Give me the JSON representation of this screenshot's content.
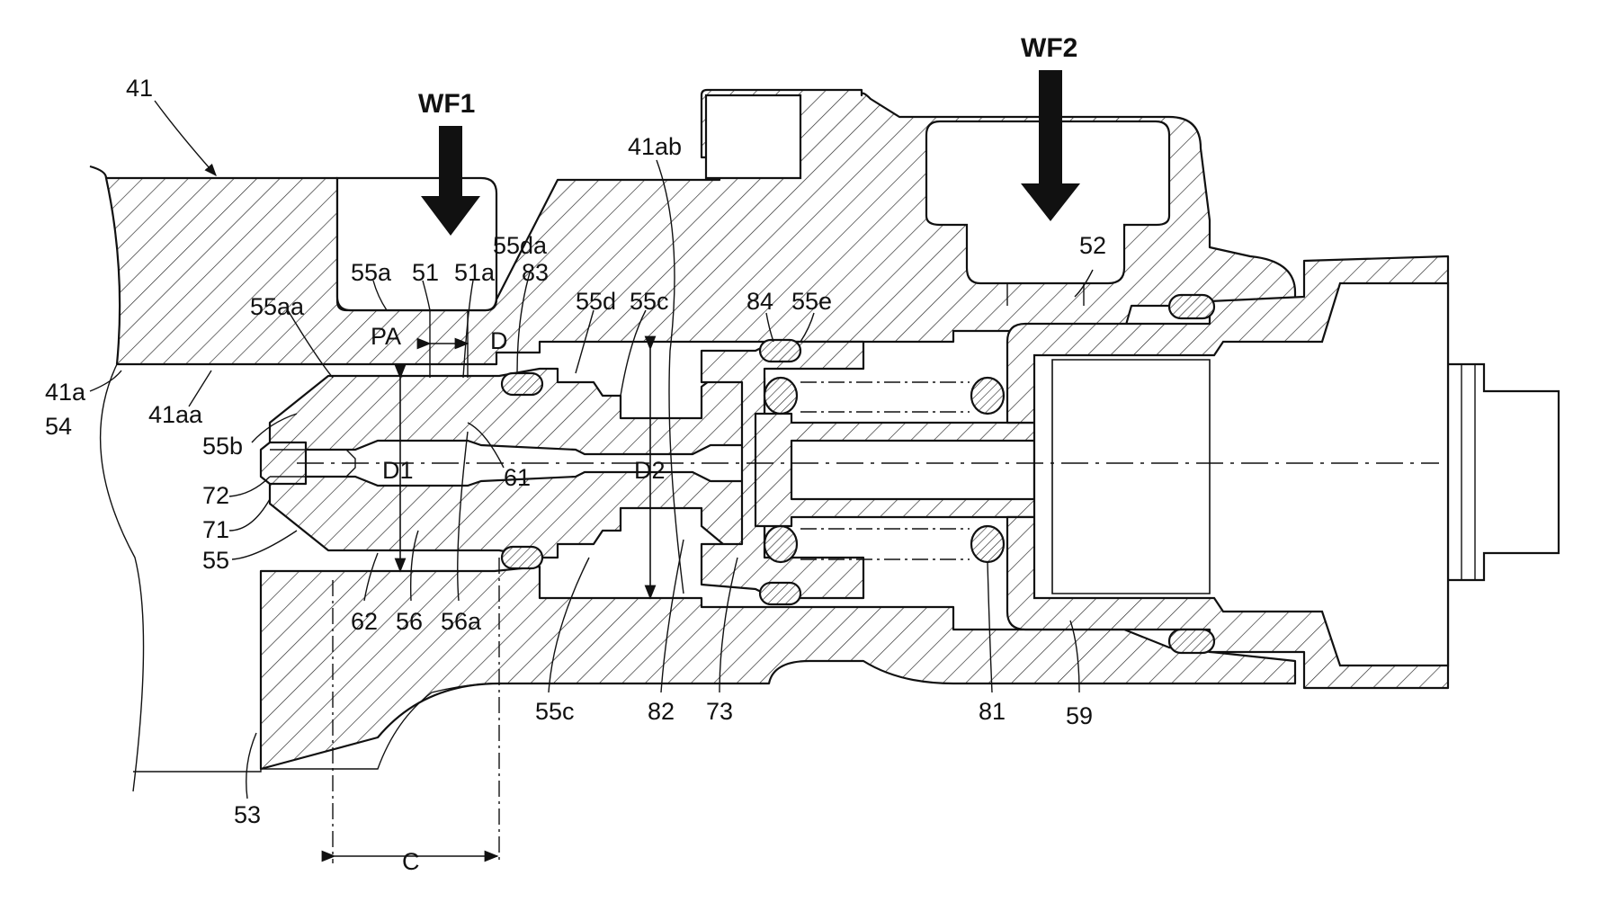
{
  "labels": {
    "l41": "41",
    "l41a": "41a",
    "l41aa": "41aa",
    "l41ab": "41ab",
    "l51": "51",
    "l51a": "51a",
    "l52": "52",
    "l53": "53",
    "l54": "54",
    "l55": "55",
    "l55a": "55a",
    "l55aa": "55aa",
    "l55b": "55b",
    "l55c_top": "55c",
    "l55c_bottom": "55c",
    "l55d": "55d",
    "l55da": "55da",
    "l55e": "55e",
    "l56": "56",
    "l56a": "56a",
    "l59": "59",
    "l61": "61",
    "l62": "62",
    "l71": "71",
    "l72": "72",
    "l73": "73",
    "l81": "81",
    "l82": "82",
    "l83": "83",
    "l84": "84",
    "PA": "PA",
    "D": "D",
    "D1": "D1",
    "D2": "D2",
    "C": "C"
  },
  "flows": {
    "wf1": "WF1",
    "wf2": "WF2"
  }
}
